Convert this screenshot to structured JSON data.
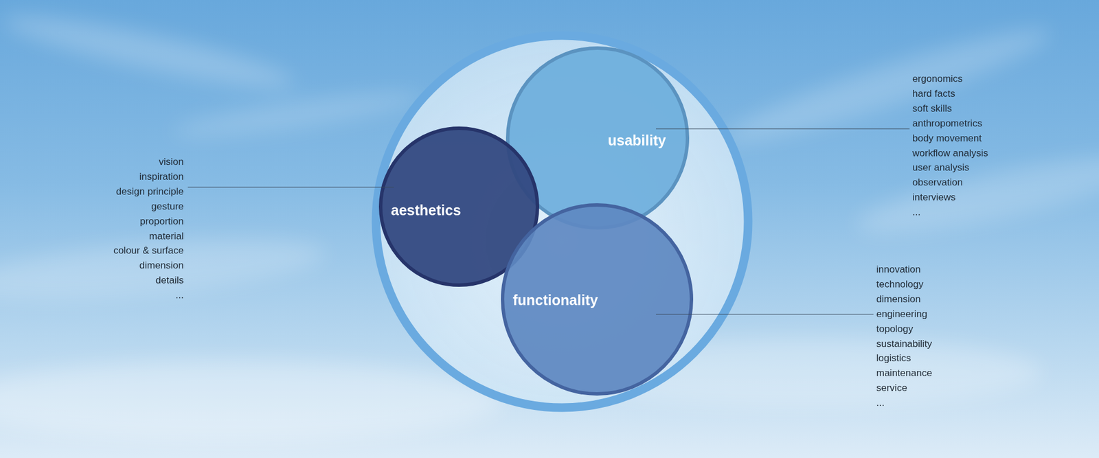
{
  "diagram": {
    "nodes": [
      {
        "text": [
          "usability"
        ]
      },
      {
        "text": [
          "aesthetics"
        ]
      },
      {
        "text": [
          "functionality"
        ]
      }
    ],
    "labels": [
      "vision",
      "inspiration",
      "design principle",
      "gesture",
      "proportion",
      "material",
      "colour & surface",
      "dimension",
      "details",
      "...",
      "ergonomics",
      "hard facts",
      "soft skills",
      "anthropometrics",
      "body movement",
      "workflow analysis",
      "user analysis",
      "observation",
      "interviews",
      "...",
      "innovation",
      "technology",
      "dimension",
      "engineering",
      "topology",
      "sustainability",
      "logistics",
      "maintenance",
      "service",
      "..."
    ]
  }
}
